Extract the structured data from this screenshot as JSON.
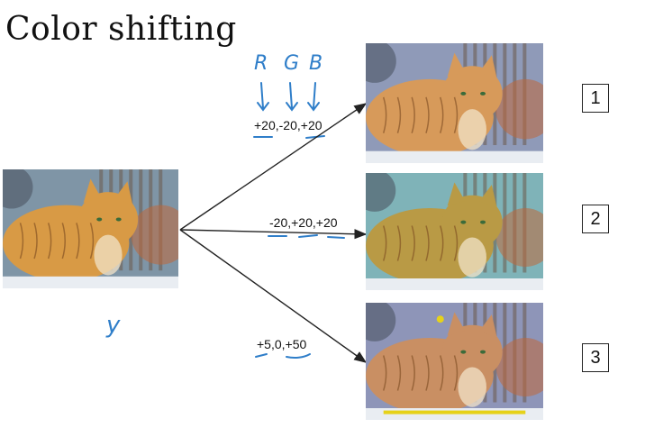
{
  "title": "Color shifting",
  "annotations": {
    "channels": [
      "R",
      "G",
      "B"
    ],
    "y_label": "y"
  },
  "shifts": [
    {
      "label": "+20,-20,+20",
      "index": "1",
      "tint": "#d79a5a",
      "bg": "#8f9ab8"
    },
    {
      "label": "-20,+20,+20",
      "index": "2",
      "tint": "#b99a45",
      "bg": "#7fb3b8"
    },
    {
      "label": "+5,0,+50",
      "index": "3",
      "tint": "#c98f63",
      "bg": "#8e95b8"
    }
  ],
  "original": {
    "tint": "#d89a45",
    "bg": "#7f95a6"
  },
  "colors": {
    "arrow": "#222222",
    "annotation": "#2f7ec9"
  }
}
